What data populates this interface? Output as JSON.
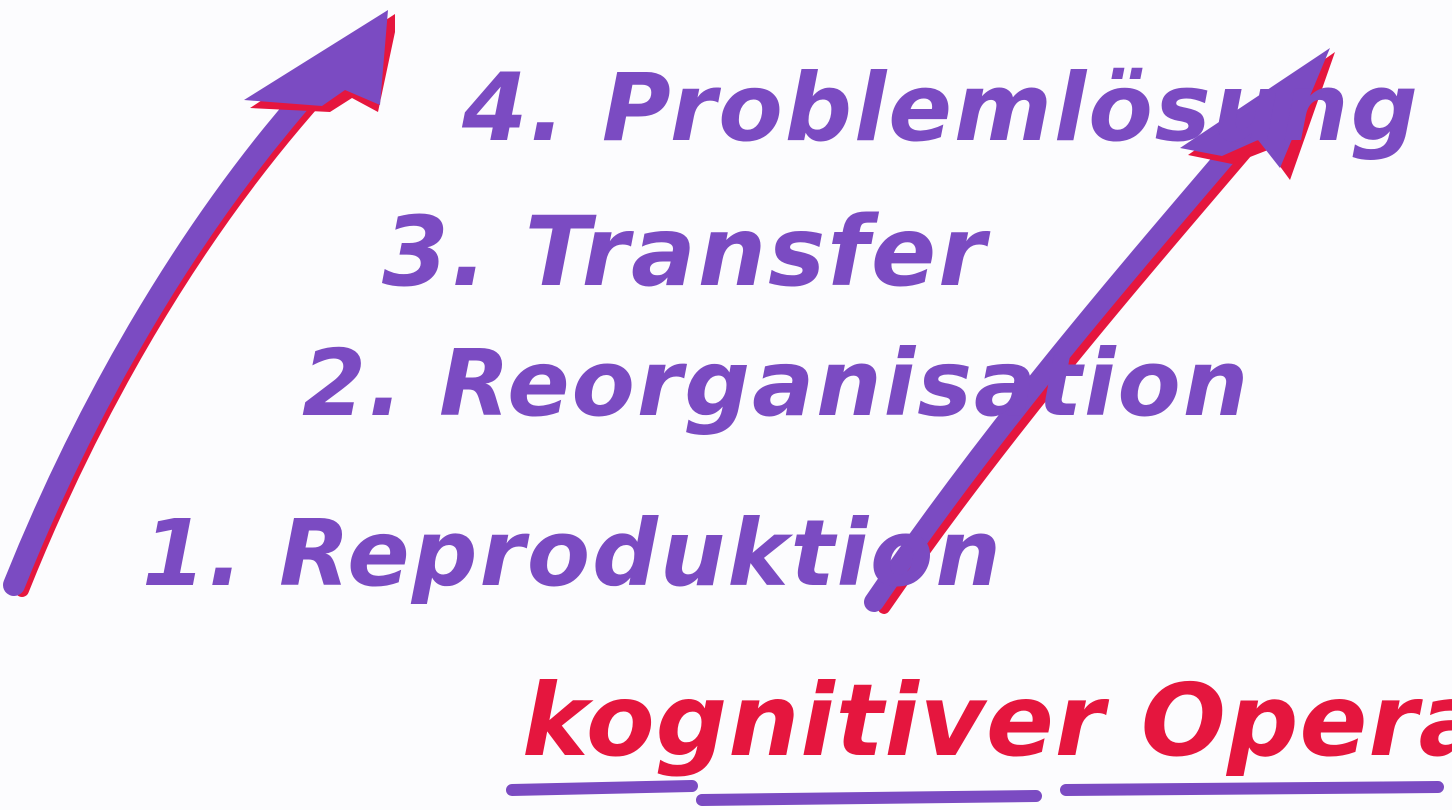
{
  "stages": [
    {
      "label": "1. Reproduktion"
    },
    {
      "label": "2. Reorganisation"
    },
    {
      "label": "3. Transfer"
    },
    {
      "label": "4. Problemlösung"
    }
  ],
  "title": "kognitiver Operationen",
  "colors": {
    "marker_purple": "#7b4bc2",
    "marker_red": "#e5163e"
  },
  "icons": [
    "arrow-up-right-icon",
    "arrow-up-right-icon"
  ]
}
